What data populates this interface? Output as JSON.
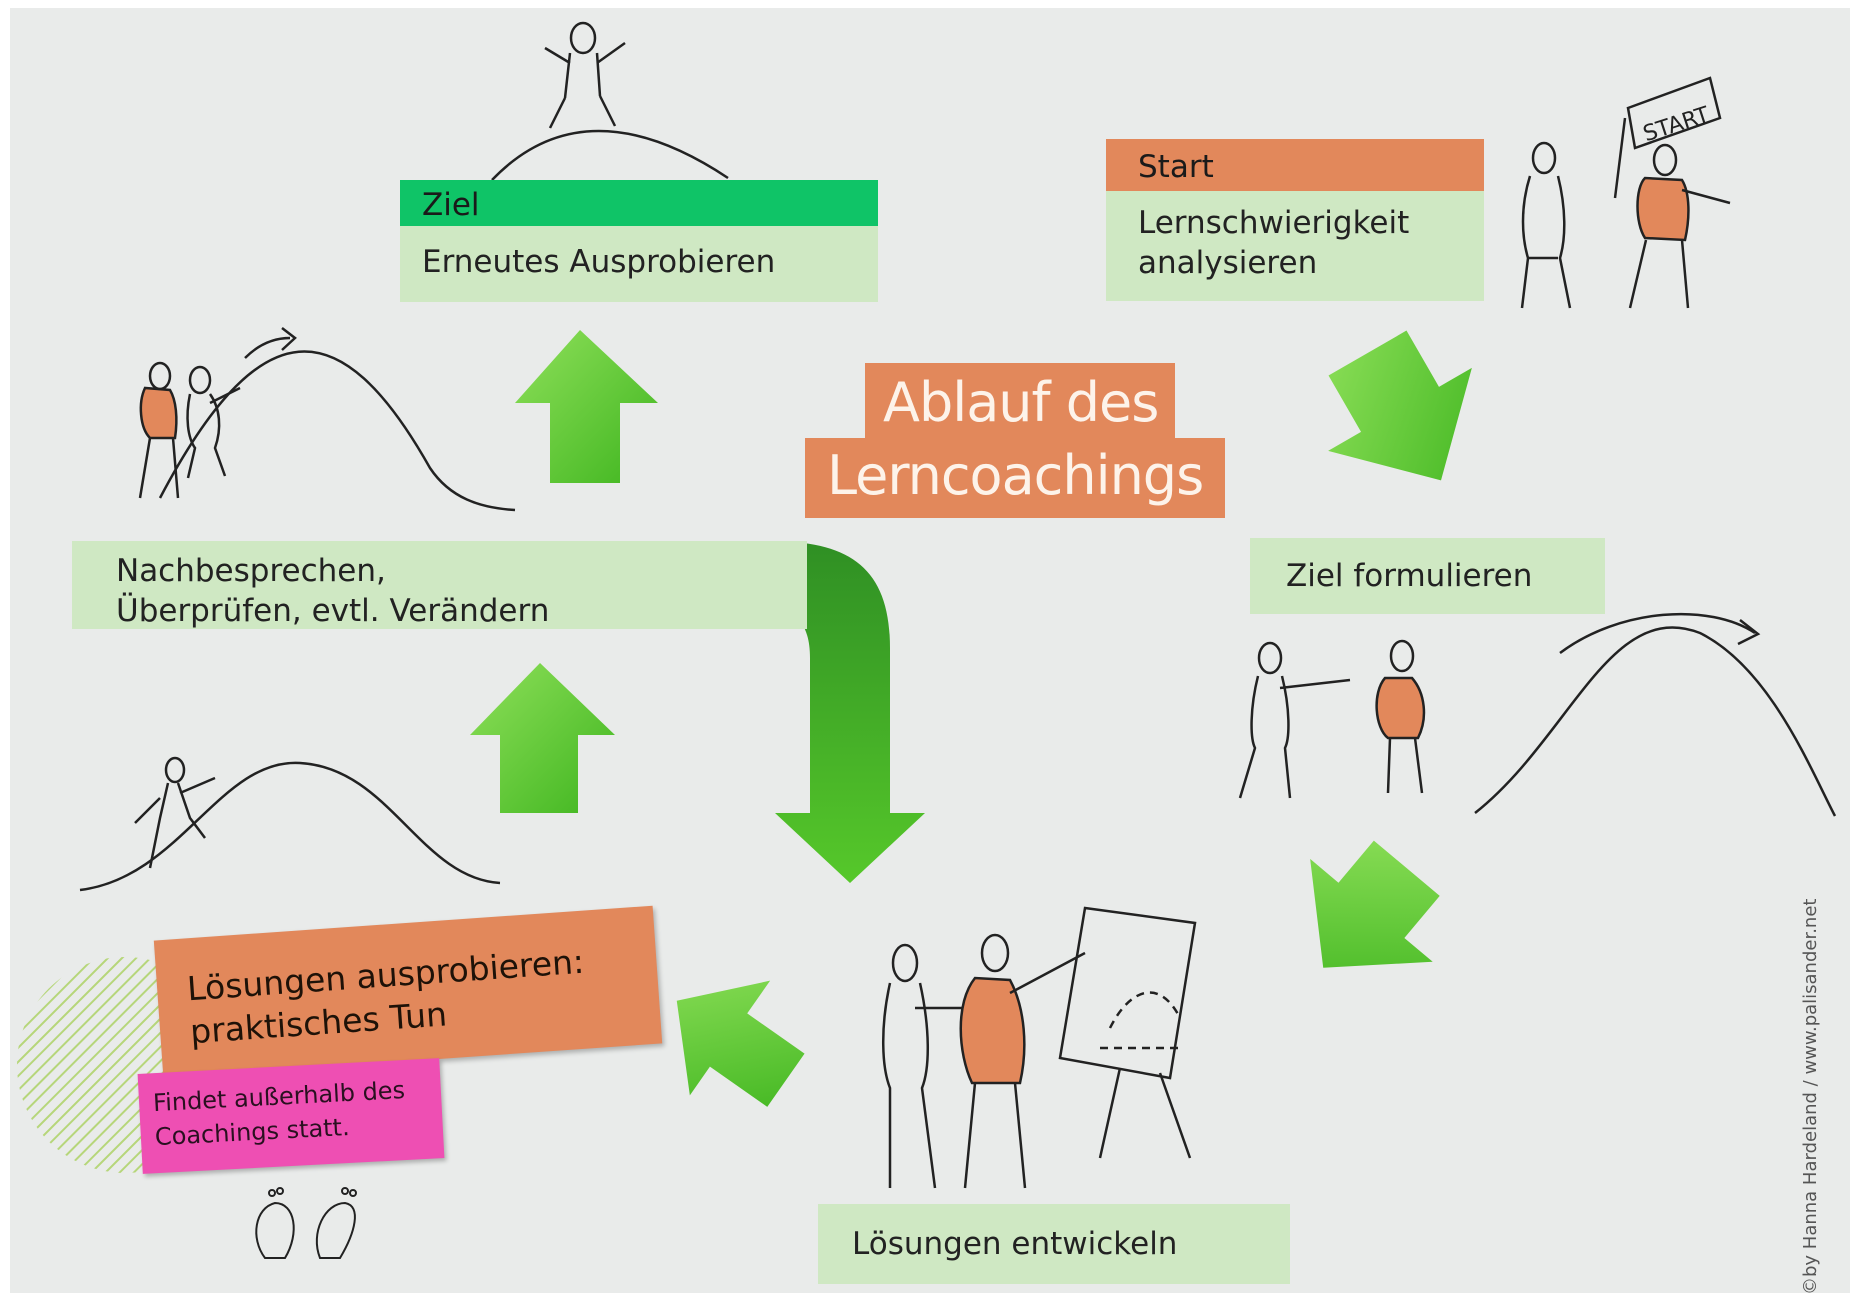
{
  "title": {
    "line1": "Ablauf des",
    "line2": "Lerncoachings"
  },
  "steps": {
    "start": {
      "header": "Start",
      "text_line1": "Lernschwierigkeit",
      "text_line2": "analysieren"
    },
    "ziel_formulieren": {
      "text": "Ziel formulieren"
    },
    "loesungen_entwickeln": {
      "text": "Lösungen entwickeln"
    },
    "loesungen_ausprobieren": {
      "line1": "Lösungen ausprobieren:",
      "line2": "praktisches Tun"
    },
    "note": {
      "line1": "Findet außerhalb des",
      "line2": "Coachings statt."
    },
    "nachbesprechen": {
      "line1": "Nachbesprechen,",
      "line2": "Überprüfen, evtl. Verändern"
    },
    "ziel": {
      "header": "Ziel",
      "text": "Erneutes Ausprobieren"
    }
  },
  "flag_text": "START",
  "credit": "©by Hanna Hardeland / www.palisander.net",
  "colors": {
    "background": "#e9ebea",
    "box_green": "#cfe8c3",
    "header_green": "#0fc467",
    "orange": "#e2885b",
    "pink": "#ee4fb3",
    "arrow_green": "#5cc92e"
  }
}
